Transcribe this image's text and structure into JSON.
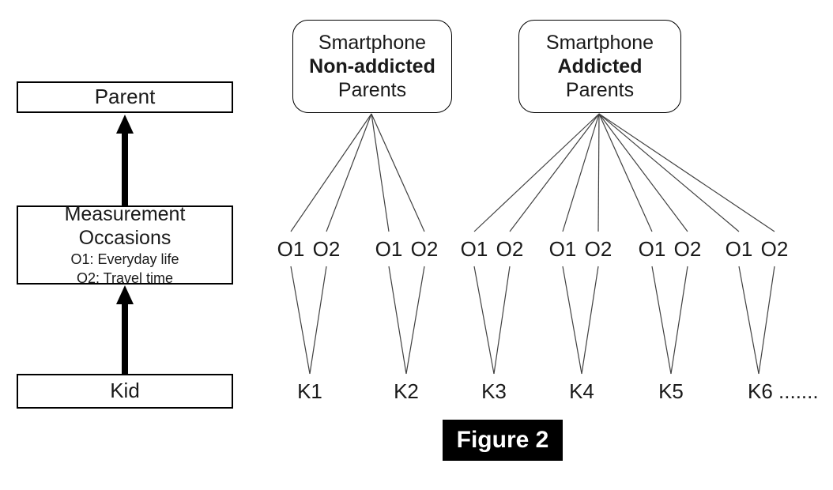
{
  "figure": {
    "caption": "Figure 2"
  },
  "left_flow": {
    "parent": "Parent",
    "measurement_title": "Measurement Occasions",
    "measurement_sub1": "O1: Everyday life",
    "measurement_sub2": "O2: Travel time",
    "kid": "Kid"
  },
  "groups": {
    "non_addicted": {
      "line1": "Smartphone",
      "line2": "Non-addicted",
      "line3": "Parents"
    },
    "addicted": {
      "line1": "Smartphone",
      "line2": "Addicted",
      "line3": "Parents"
    }
  },
  "occasions": {
    "o1": "O1",
    "o2": "O2"
  },
  "kids": [
    "K1",
    "K2",
    "K3",
    "K4",
    "K5",
    "K6 ......."
  ],
  "colors": {
    "connector_line": "#404040",
    "arrow": "#000000",
    "box_border": "#000000",
    "caption_bg": "#000000",
    "caption_text": "#ffffff"
  }
}
